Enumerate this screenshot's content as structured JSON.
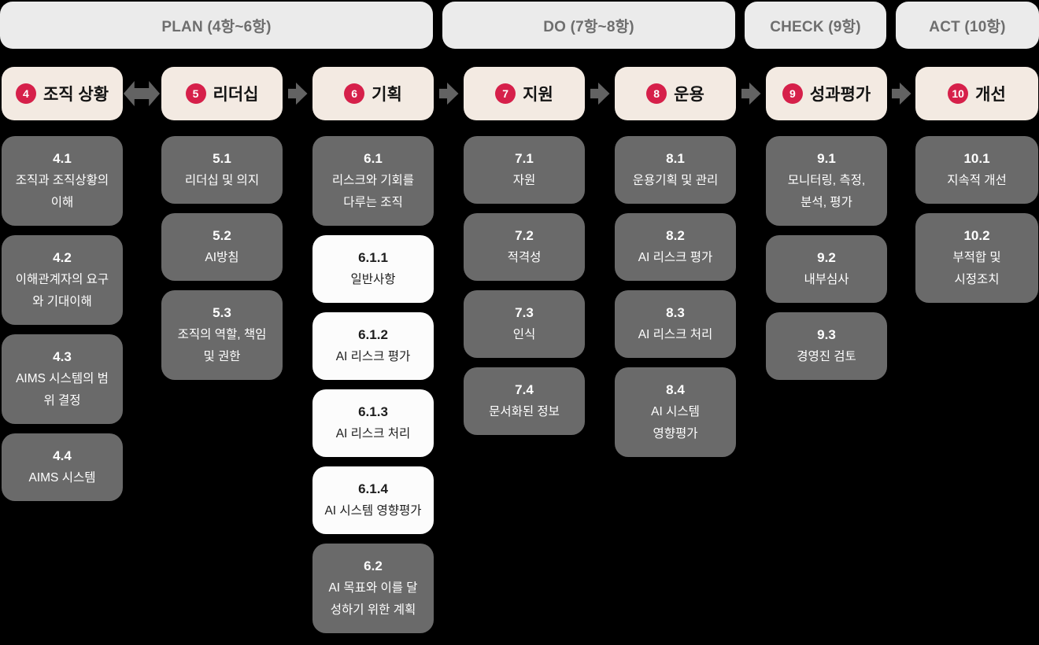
{
  "phases": [
    {
      "id": "plan",
      "label": "PLAN (4항~6항)"
    },
    {
      "id": "do",
      "label": "DO (7항~8항)"
    },
    {
      "id": "check",
      "label": "CHECK (9항)"
    },
    {
      "id": "act",
      "label": "ACT (10항)"
    }
  ],
  "connectors": [
    "double",
    "single",
    "single",
    "single",
    "single",
    "single"
  ],
  "columns": [
    {
      "number": "4",
      "title": "조직 상황",
      "items": [
        {
          "id": "4.1",
          "lines": [
            "조직과 조직상황의",
            "이해"
          ],
          "variant": "gray"
        },
        {
          "id": "4.2",
          "lines": [
            "이해관계자의 요구",
            "와 기대이해"
          ],
          "variant": "gray"
        },
        {
          "id": "4.3",
          "lines": [
            "AIMS 시스템의 범",
            "위 결정"
          ],
          "variant": "gray"
        },
        {
          "id": "4.4",
          "lines": [
            "AIMS 시스템"
          ],
          "variant": "gray"
        }
      ]
    },
    {
      "number": "5",
      "title": "리더십",
      "items": [
        {
          "id": "5.1",
          "lines": [
            "리더십 및 의지"
          ],
          "variant": "gray"
        },
        {
          "id": "5.2",
          "lines": [
            "AI방침"
          ],
          "variant": "gray"
        },
        {
          "id": "5.3",
          "lines": [
            "조직의 역할, 책임",
            "및 권한"
          ],
          "variant": "gray"
        }
      ]
    },
    {
      "number": "6",
      "title": "기획",
      "items": [
        {
          "id": "6.1",
          "lines": [
            "리스크와 기회를",
            "다루는 조직"
          ],
          "variant": "gray"
        },
        {
          "id": "6.1.1",
          "lines": [
            "일반사항"
          ],
          "variant": "white"
        },
        {
          "id": "6.1.2",
          "lines": [
            "AI 리스크 평가"
          ],
          "variant": "white"
        },
        {
          "id": "6.1.3",
          "lines": [
            "AI 리스크 처리"
          ],
          "variant": "white"
        },
        {
          "id": "6.1.4",
          "lines": [
            "AI 시스템 영향평가"
          ],
          "variant": "white"
        },
        {
          "id": "6.2",
          "lines": [
            "AI 목표와 이를 달",
            "성하기 위한 계획"
          ],
          "variant": "gray"
        }
      ]
    },
    {
      "number": "7",
      "title": "지원",
      "items": [
        {
          "id": "7.1",
          "lines": [
            "자원"
          ],
          "variant": "gray"
        },
        {
          "id": "7.2",
          "lines": [
            "적격성"
          ],
          "variant": "gray"
        },
        {
          "id": "7.3",
          "lines": [
            "인식"
          ],
          "variant": "gray"
        },
        {
          "id": "7.4",
          "lines": [
            "문서화된 정보"
          ],
          "variant": "gray"
        }
      ]
    },
    {
      "number": "8",
      "title": "운용",
      "items": [
        {
          "id": "8.1",
          "lines": [
            "운용기획 및 관리"
          ],
          "variant": "gray"
        },
        {
          "id": "8.2",
          "lines": [
            "AI 리스크 평가"
          ],
          "variant": "gray"
        },
        {
          "id": "8.3",
          "lines": [
            "AI 리스크 처리"
          ],
          "variant": "gray"
        },
        {
          "id": "8.4",
          "lines": [
            "AI 시스템",
            "영향평가"
          ],
          "variant": "gray"
        }
      ]
    },
    {
      "number": "9",
      "title": "성과평가",
      "items": [
        {
          "id": "9.1",
          "lines": [
            "모니터링, 측정,",
            "분석, 평가"
          ],
          "variant": "gray"
        },
        {
          "id": "9.2",
          "lines": [
            "내부심사"
          ],
          "variant": "gray"
        },
        {
          "id": "9.3",
          "lines": [
            "경영진 검토"
          ],
          "variant": "gray"
        }
      ]
    },
    {
      "number": "10",
      "title": "개선",
      "items": [
        {
          "id": "10.1",
          "lines": [
            "지속적 개선"
          ],
          "variant": "gray"
        },
        {
          "id": "10.2",
          "lines": [
            "부적합 및",
            "시정조치"
          ],
          "variant": "gray"
        }
      ]
    }
  ],
  "colors": {
    "background": "#000000",
    "phase_pill_bg": "#ebebeb",
    "phase_pill_text": "#6e6e6e",
    "header_card_bg": "#f3eae2",
    "header_card_text": "#141414",
    "badge_bg": "#d6204a",
    "badge_text": "#ffffff",
    "gray_card_bg": "#6a6a6a",
    "gray_card_text": "#ffffff",
    "white_card_bg": "#fcfcfc",
    "white_card_text": "#1e1e1e",
    "arrow": "#636363"
  }
}
